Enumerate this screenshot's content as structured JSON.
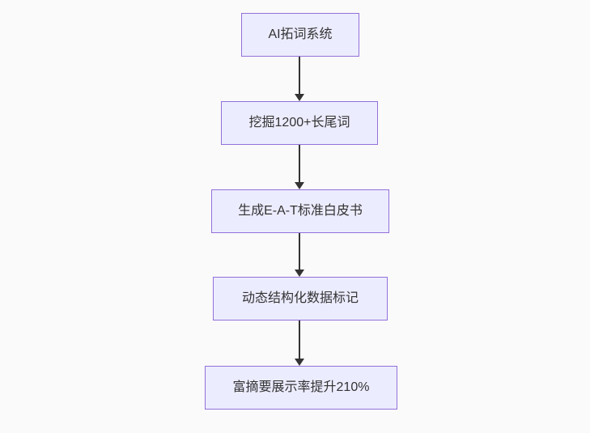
{
  "flowchart": {
    "type": "flowchart",
    "direction": "top-down",
    "nodes": [
      {
        "id": "node-1",
        "label": "AI拓词系统"
      },
      {
        "id": "node-2",
        "label": "挖掘1200+长尾词"
      },
      {
        "id": "node-3",
        "label": "生成E-A-T标准白皮书"
      },
      {
        "id": "node-4",
        "label": "动态结构化数据标记"
      },
      {
        "id": "node-5",
        "label": "富摘要展示率提升210%"
      }
    ],
    "edges": [
      {
        "from": "node-1",
        "to": "node-2"
      },
      {
        "from": "node-2",
        "to": "node-3"
      },
      {
        "from": "node-3",
        "to": "node-4"
      },
      {
        "from": "node-4",
        "to": "node-5"
      }
    ],
    "colors": {
      "background": "#fafafa",
      "node_fill": "#ECECFF",
      "node_border": "#9370DB",
      "node_text": "#333333",
      "edge": "#333333"
    }
  }
}
